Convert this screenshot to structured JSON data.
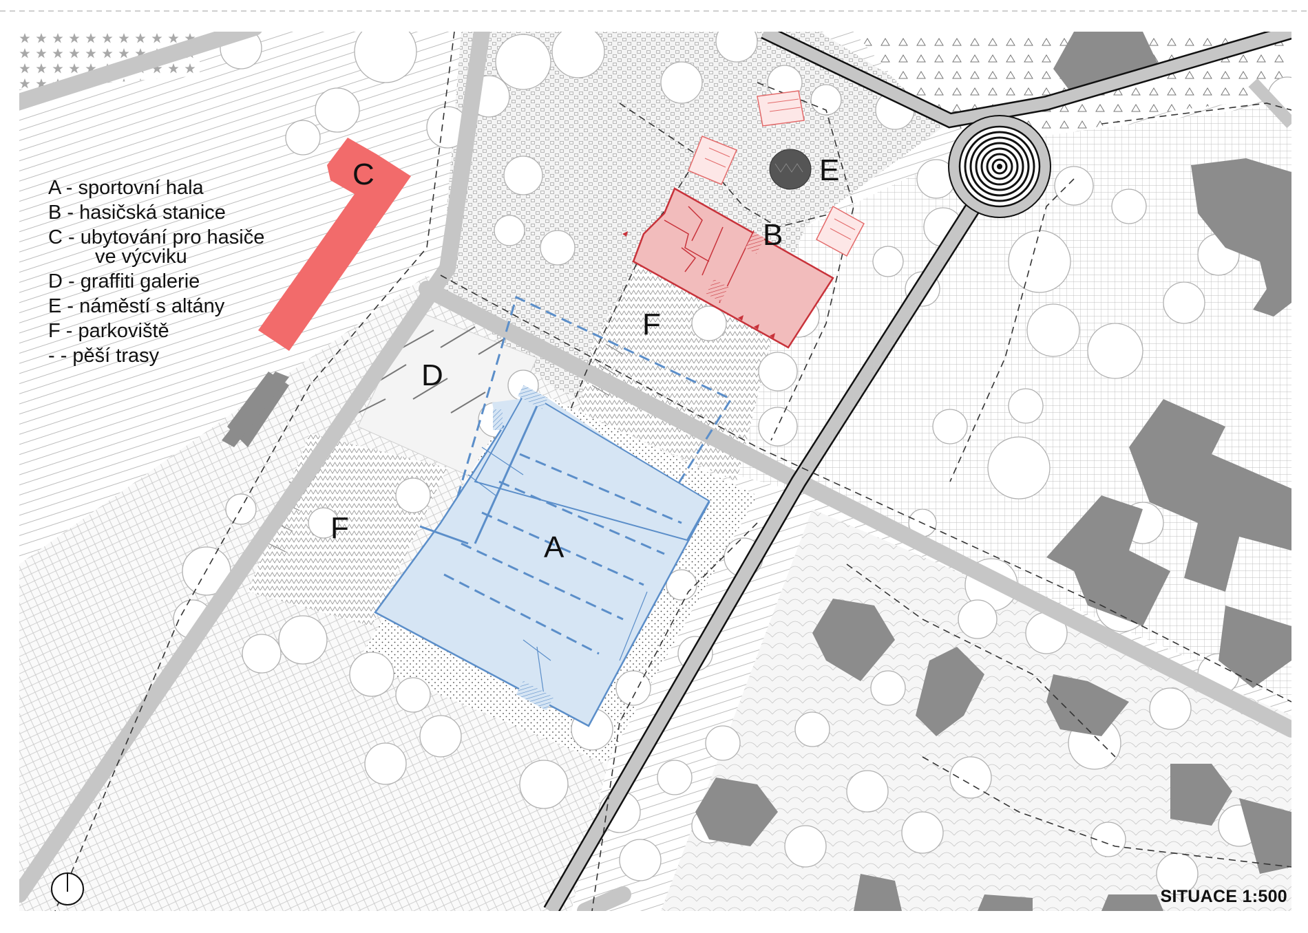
{
  "legend": [
    {
      "key": "A",
      "text": "A - sportovní hala"
    },
    {
      "key": "B",
      "text": "B - hasičská stanice"
    },
    {
      "key": "C",
      "text": "C - ubytování pro hasiče"
    },
    {
      "key": "C2",
      "text": "ve výcviku"
    },
    {
      "key": "D",
      "text": "D - graffiti galerie"
    },
    {
      "key": "E",
      "text": "E - náměstí s altány"
    },
    {
      "key": "F",
      "text": "F - parkoviště"
    },
    {
      "key": "paths",
      "text": "- - pěší trasy"
    }
  ],
  "labels": {
    "A": "A",
    "B": "B",
    "C": "C",
    "D": "D",
    "E": "E",
    "F1": "F",
    "F2": "F"
  },
  "title": "SITUACE 1:500",
  "colors": {
    "hall": "#d6e5f4",
    "hall_stroke": "#5b8ec9",
    "station": "#f2bcbc",
    "station_stroke": "#c8323a",
    "dormitory": "#f26b6b",
    "road": "#c9c9c9",
    "building_grey": "#8c8c8c"
  },
  "icons": [
    "north-arrow-icon",
    "roundabout-icon"
  ]
}
